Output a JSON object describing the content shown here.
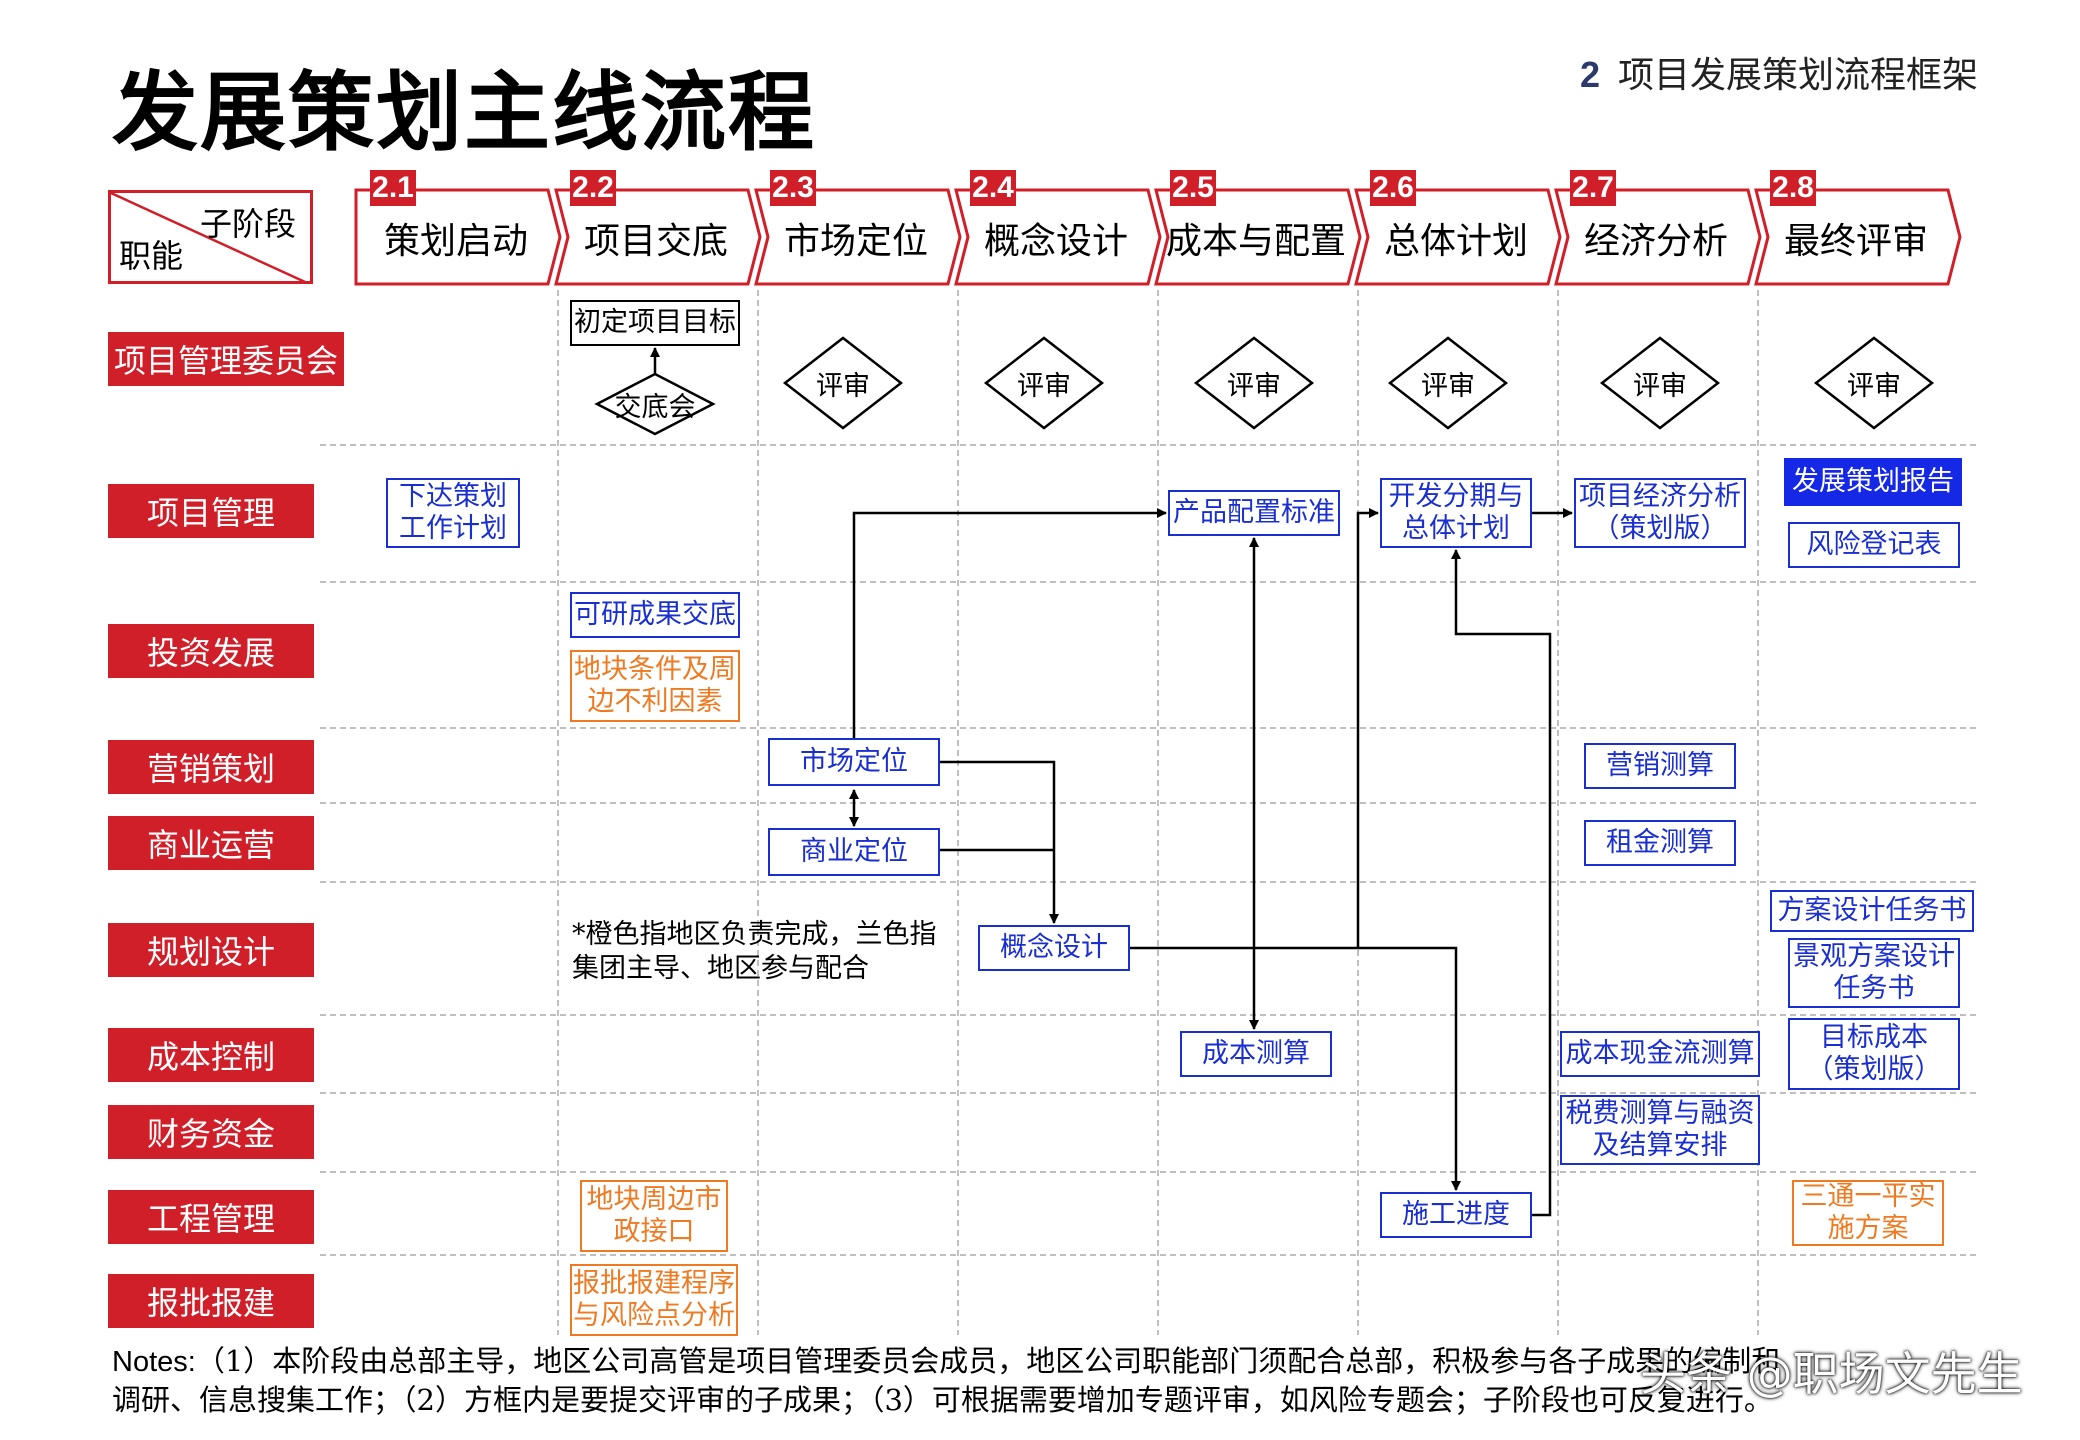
{
  "page": {
    "title": "发展策划主线流程",
    "section_number": "2",
    "section_title": "项目发展策划流程框架"
  },
  "corner": {
    "top_label": "子阶段",
    "bottom_label": "职能"
  },
  "stages": [
    {
      "num": "2.1",
      "label": "策划启动"
    },
    {
      "num": "2.2",
      "label": "项目交底"
    },
    {
      "num": "2.3",
      "label": "市场定位"
    },
    {
      "num": "2.4",
      "label": "概念设计"
    },
    {
      "num": "2.5",
      "label": "成本与配置"
    },
    {
      "num": "2.6",
      "label": "总体计划"
    },
    {
      "num": "2.7",
      "label": "经济分析"
    },
    {
      "num": "2.8",
      "label": "最终评审"
    }
  ],
  "roles": [
    "项目管理委员会",
    "项目管理",
    "投资发展",
    "营销策划",
    "商业运营",
    "规划设计",
    "成本控制",
    "财务资金",
    "工程管理",
    "报批报建"
  ],
  "nodes": {
    "initial_target": "初定项目目标",
    "briefing_meeting": "交底会",
    "review": "评审",
    "issue_plan": "下达策划\n工作计划",
    "feasibility_handover": "可研成果交底",
    "land_conditions": "地块条件及周\n边不利因素",
    "market_positioning": "市场定位",
    "commercial_positioning": "商业定位",
    "concept_design": "概念设计",
    "product_config": "产品配置标准",
    "cost_estimate": "成本测算",
    "phasing_plan": "开发分期与\n总体计划",
    "construction_schedule": "施工进度",
    "economic_analysis": "项目经济分析\n（策划版）",
    "marketing_estimate": "营销测算",
    "rent_estimate": "租金测算",
    "cashflow_estimate": "成本现金流测算",
    "tax_financing": "税费测算与融资\n及结算安排",
    "final_report": "发展策划报告",
    "risk_register": "风险登记表",
    "scheme_brief": "方案设计任务书",
    "landscape_brief": "景观方案设计\n任务书",
    "target_cost": "目标成本\n（策划版）",
    "site_prep_plan": "三通一平实\n施方案",
    "municipal_interface": "地块周边市\n政接口",
    "approval_risk": "报批报建程序\n与风险点分析"
  },
  "color_note": "*橙色指地区负责完成，兰色指集团主导、地区参与配合",
  "notes": {
    "label": "Notes:",
    "text": "（1）本阶段由总部主导，地区公司高管是项目管理委员会成员，地区公司职能部门须配合总部，积极参与各子成果的编制和\n调研、信息搜集工作；（2）方框内是要提交评审的子成果；（3）可根据需要增加专题评审，如风险专题会；子阶段也可反复进行。"
  },
  "watermark": "头条 @职场文先生",
  "colors": {
    "red": "#d11f2a",
    "blue": "#1a2fcf",
    "orange": "#ef7a21",
    "filled_blue": "#1428e6"
  }
}
